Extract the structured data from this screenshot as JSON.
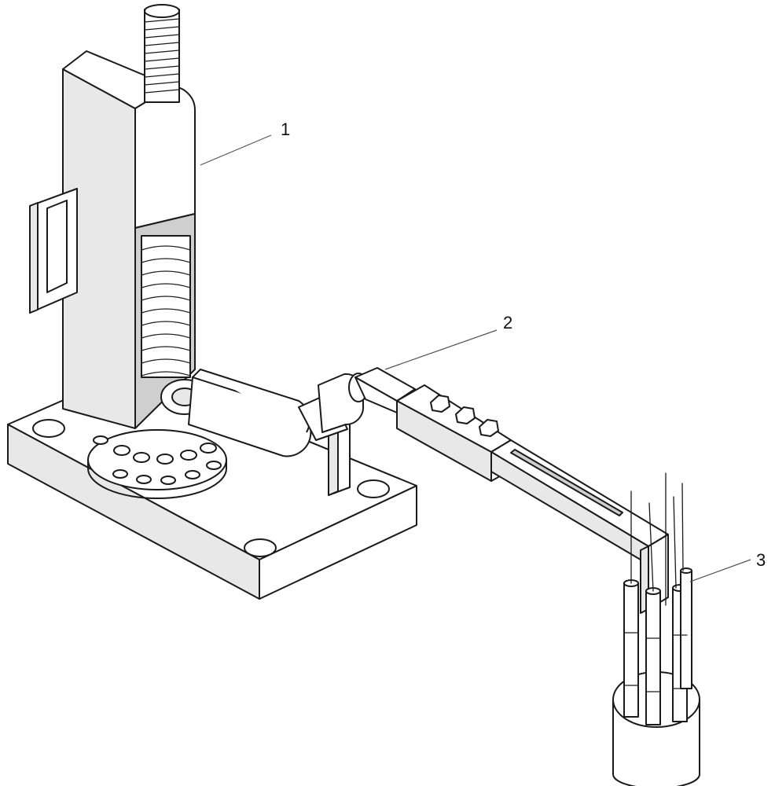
{
  "callouts": [
    {
      "id": "1",
      "text": "1"
    },
    {
      "id": "2",
      "text": "2"
    },
    {
      "id": "3",
      "text": "3"
    }
  ],
  "colors": {
    "line": "#1a1a1a",
    "background": "#ffffff",
    "shade": "#e8e8e8"
  }
}
